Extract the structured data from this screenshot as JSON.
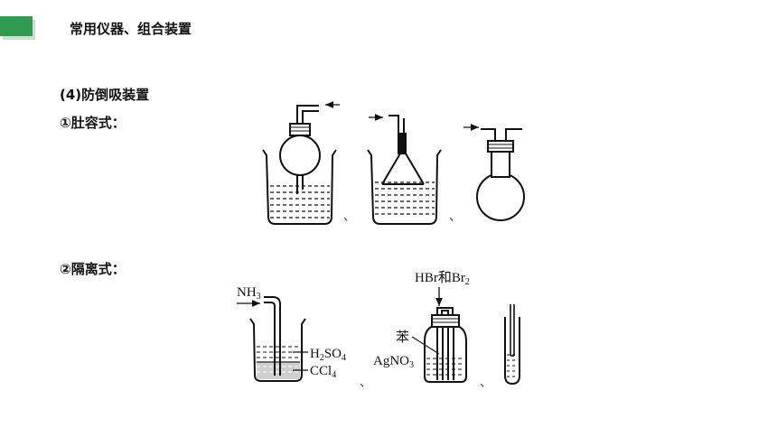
{
  "header": {
    "title": "常用仪器、组合装置",
    "accent_color": "#2e9b4f"
  },
  "content": {
    "section_title": "(4)防倒吸装置",
    "item1_label": "①肚容式：",
    "item2_label": "②隔离式："
  },
  "figure2": {
    "nh3_label": "NH",
    "nh3_sub": "3",
    "h2so4_h": "H",
    "h2so4_sub1": "2",
    "h2so4_rest": "SO",
    "h2so4_sub2": "4",
    "ccl4_main": "CCl",
    "ccl4_sub": "4",
    "hbr_label": "HBr和Br",
    "hbr_sub": "2",
    "benzene_label": "苯",
    "agno3_main": "AgNO",
    "agno3_sub": "3"
  },
  "separators": [
    "、",
    "、",
    "、",
    "、"
  ]
}
